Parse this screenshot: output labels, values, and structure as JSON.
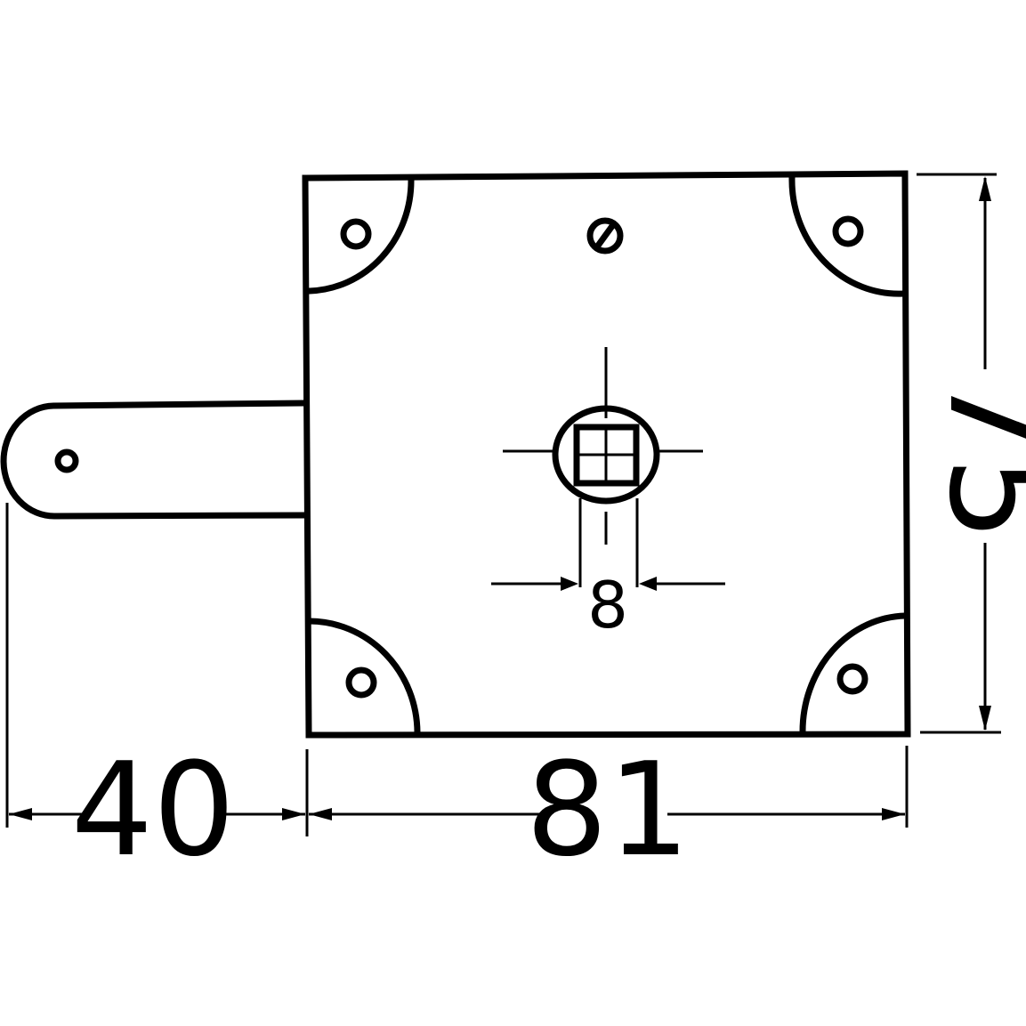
{
  "dimensions": {
    "width_left": "40",
    "width_main": "81",
    "height": "75",
    "spindle": "8"
  },
  "colors": {
    "line": "#000000",
    "background": "#ffffff"
  }
}
